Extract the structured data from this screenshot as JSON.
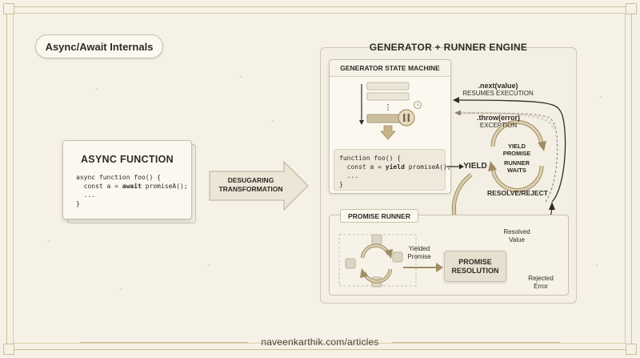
{
  "header": {
    "badge": "Async/Await Internals"
  },
  "async_function": {
    "title": "ASYNC FUNCTION",
    "code": "async function foo() {\n  const a = await promiseA();\n  ...\n}"
  },
  "transform": {
    "line1": "DESUGARING",
    "line2": "TRANSFORMATION"
  },
  "engine": {
    "title": "GENERATOR + RUNNER ENGINE",
    "state_machine": {
      "title": "GENERATOR STATE MACHINE",
      "code": "function foo() {\n  const a = yield promiseA();\n  ...\n}"
    },
    "yield_label": "YIELD",
    "next_method": ".next(value)",
    "next_desc": "RESUMES EXECUTION",
    "throw_method": ".throw(error)",
    "throw_desc": "EXCEPTION",
    "cycle_top1": "YIELD",
    "cycle_top2": "PROMISE",
    "cycle_bottom1": "RUNNER",
    "cycle_bottom2": "WAITS",
    "resolve_reject": "RESOLVE/REJECT",
    "runner": {
      "title": "PROMISE RUNNER",
      "yielded1": "Yielded",
      "yielded2": "Promise",
      "resolution1": "PROMISE",
      "resolution2": "RESOLUTION",
      "resolved1": "Resolved",
      "resolved2": "Value",
      "rejected1": "Rejected",
      "rejected2": "Error"
    }
  },
  "footer": {
    "url": "naveenkarthik.com/articles"
  },
  "colors": {
    "background": "#f5f1e6",
    "accent": "#b79f6f",
    "ink": "#2f2b25"
  }
}
